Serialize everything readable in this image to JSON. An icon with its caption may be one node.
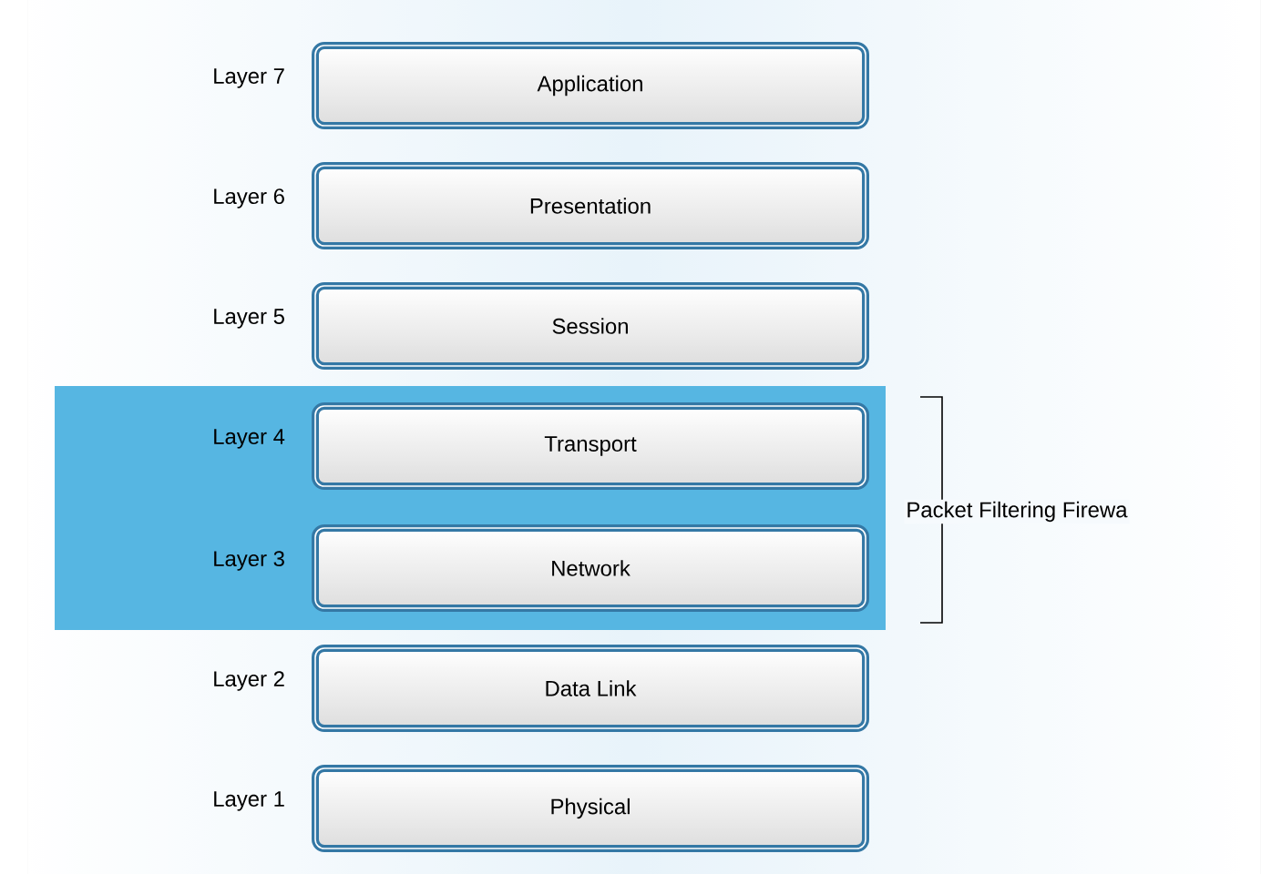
{
  "diagram": {
    "nodes": [
      {
        "text": [
          "Application"
        ]
      },
      {
        "text": [
          "Presentation"
        ]
      },
      {
        "text": [
          "Session"
        ]
      },
      {
        "text": [
          "Transport"
        ]
      },
      {
        "text": [
          "Network"
        ]
      },
      {
        "text": [
          "Data Link"
        ]
      },
      {
        "text": [
          "Physical"
        ]
      }
    ],
    "labels": [
      "Layer 7",
      "Layer 6",
      "Layer 5",
      "Layer 4",
      "Layer 3",
      "Layer 2",
      "Layer 1",
      "Packet Filtering Firewa"
    ]
  }
}
